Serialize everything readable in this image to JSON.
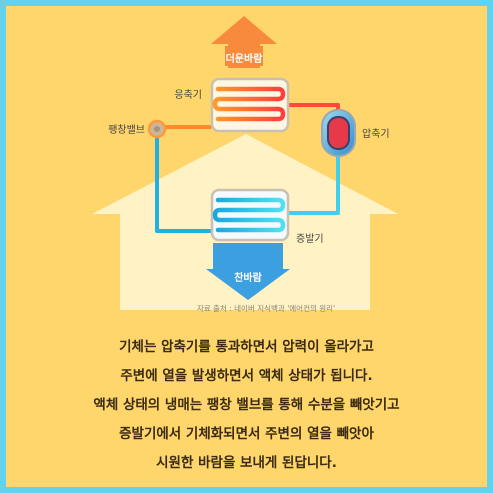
{
  "labels": {
    "hot_air": "더운바람",
    "cold_air": "찬바람",
    "condenser": "응축기",
    "compressor": "압축기",
    "expansion_valve": "팽창밸브",
    "evaporator": "증발기"
  },
  "source": "자료 출처 : 네이버 지식백과 '에어컨의 원리'",
  "caption": [
    "기체는 압축기를 통과하면서 압력이 올라가고",
    "주변에 열을 발생하면서 액체 상태가 됩니다.",
    "액체 상태의 냉매는 팽창 밸브를 통해 수분을 빼앗기고",
    "증발기에서 기체화되면서 주변의 열을 빼앗아",
    "시원한 바람을 보내게 된답니다."
  ],
  "colors": {
    "background": "#ffd66b",
    "border": "#63d2ee",
    "house": "#fff3c6",
    "hot": "#ff6a2a",
    "cold": "#29b8e8",
    "hot_arrow": "#f78a3c",
    "cold_arrow": "#3b9fe0"
  }
}
